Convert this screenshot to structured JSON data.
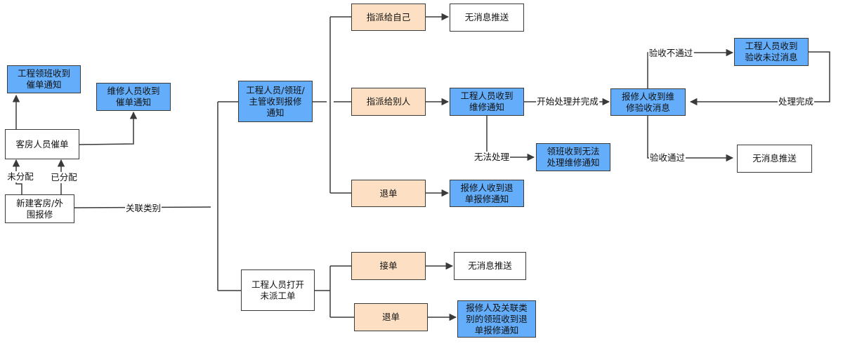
{
  "nodes": {
    "kefang_cuidan": "客房人员催单",
    "gongcheng_lingban_cuidan": "工程领班收到\n催单通知",
    "weixiu_cuidan": "维修人员收到\n催单通知",
    "xinjian": "新建客房/外\n围报修",
    "gongcheng_baoxiu": "工程人员/领班/\n主管收到报修\n通知",
    "gongcheng_dakai": "工程人员打开\n未派工单",
    "zhipai_ziji": "指派给自己",
    "zhipai_bieren": "指派给别人",
    "tuidan_1": "退单",
    "jiedan": "接单",
    "tuidan_2": "退单",
    "wuxiaoxi_1": "无消息推送",
    "weixiu_tongzhi": "工程人员收到\n维修通知",
    "baoxiuren_tuidan": "报修人收到退\n单报修通知",
    "wuxiaoxi_2": "无消息推送",
    "guanlian_tuidan": "报修人及关联类\n别的领班收到退\n单报修通知",
    "wufa_tongzhi": "领班收到无法\n处理维修通知",
    "yanshou_xiaoxi": "报修人收到维\n修验收消息",
    "weitongguo_xiaoxi": "工程人员收到\n验收未过消息",
    "wuxiaoxi_3": "无消息推送"
  },
  "labels": {
    "weifenpei": "未分配",
    "yifenpei": "已分配",
    "guanlian": "关联类别",
    "wufa_chuli": "无法处理",
    "kaishi_wancheng": "开始处理并完成",
    "yanshou_butongguo": "验收不通过",
    "chuli_wancheng": "处理完成",
    "yanshou_tongguo": "验收通过"
  },
  "colors": {
    "blue_fill": "#63adfa",
    "peach_fill": "#fde0c4",
    "line": "#3a3a3a"
  }
}
